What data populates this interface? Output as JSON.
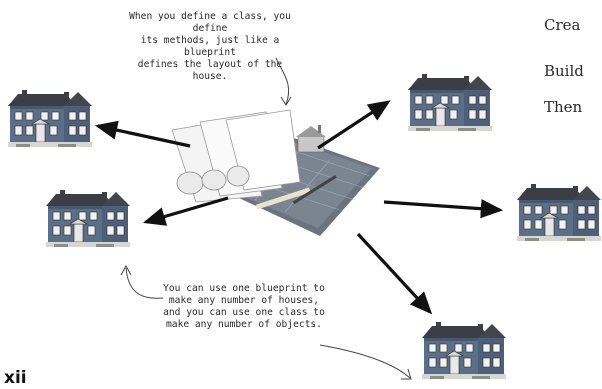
{
  "notes": {
    "top": "When you define a class, you define\nits methods, just like a blueprint\ndefines the layout of the house.",
    "bottom": "You can use one blueprint to\nmake any number of houses,\nand you can use one class to\nmake any number of objects."
  },
  "side_text": [
    "Crea",
    "Build",
    "Then"
  ],
  "page_number": "xii",
  "colors": {
    "house_wall": "#5a6e88",
    "house_roof": "#3a3d42",
    "arrow": "#111111"
  }
}
